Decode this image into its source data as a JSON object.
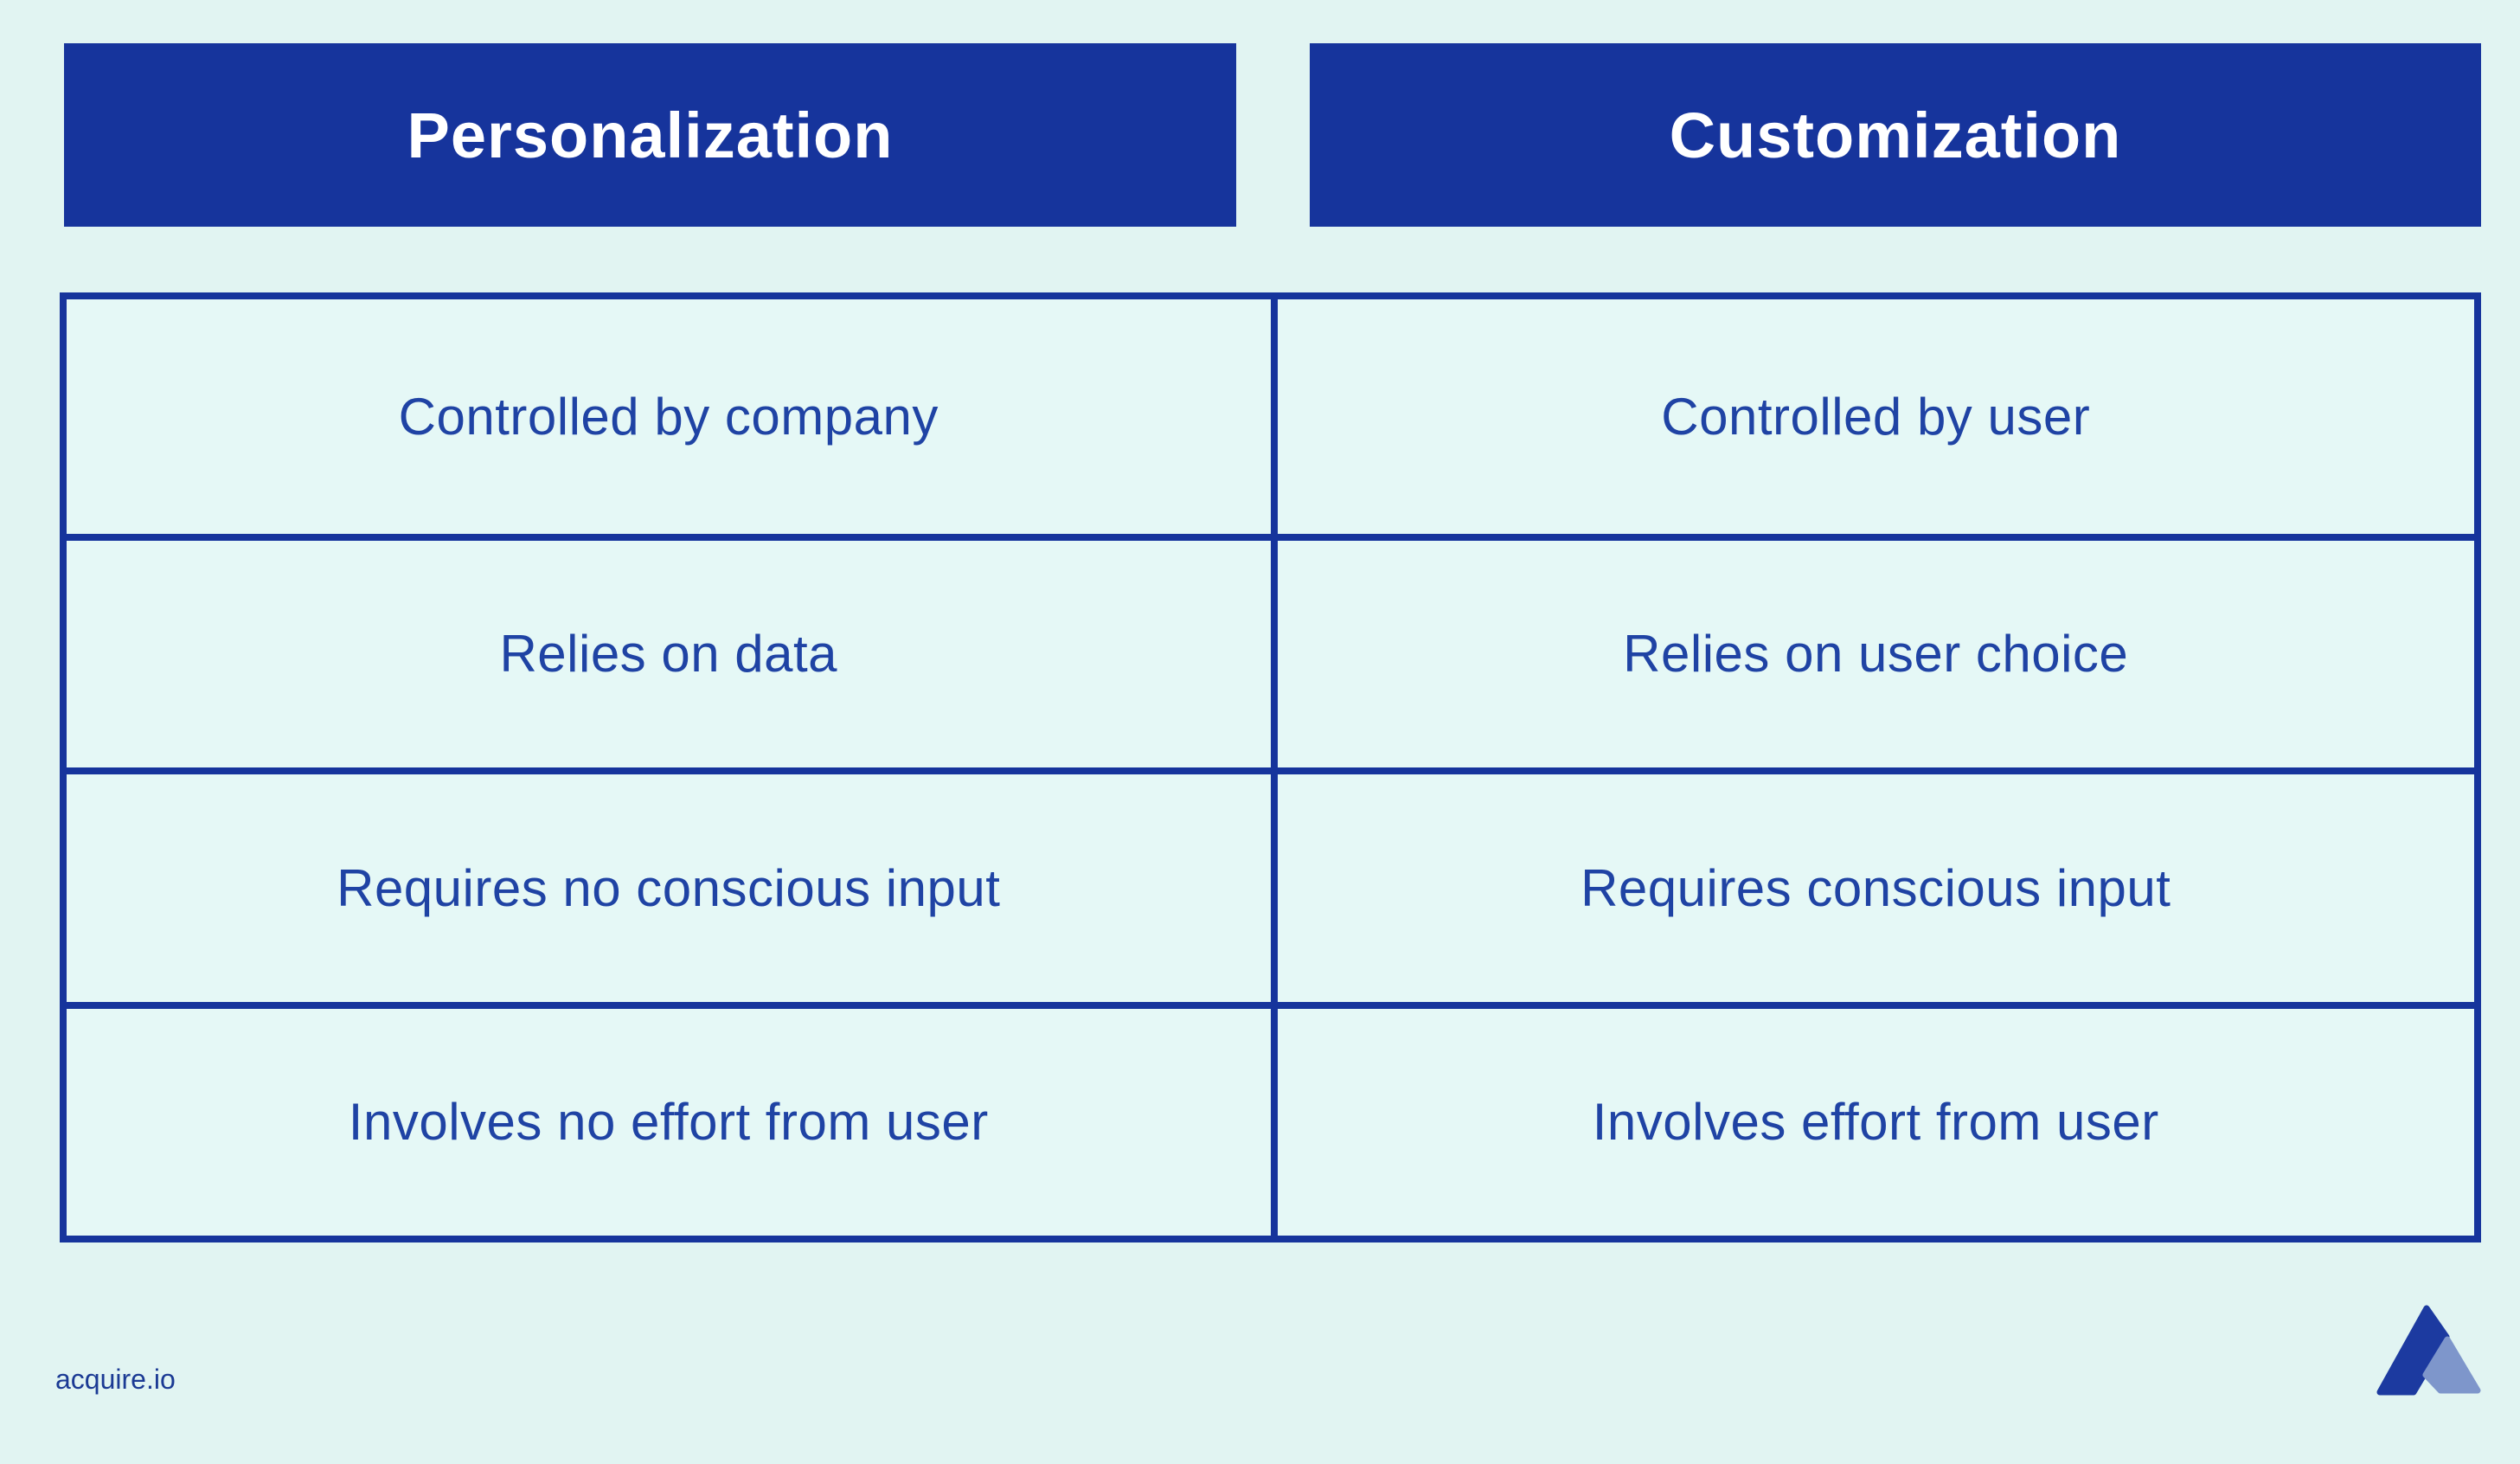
{
  "page": {
    "background": "#e1f4f2"
  },
  "headers": [
    {
      "label": "Personalization"
    },
    {
      "label": "Customization"
    }
  ],
  "table": {
    "rows": [
      {
        "left": "Controlled by company",
        "right": "Controlled by user"
      },
      {
        "left": "Relies on data",
        "right": "Relies on user choice"
      },
      {
        "left": "Requires no conscious input",
        "right": "Requires conscious input"
      },
      {
        "left": "Involves no effort from user",
        "right": "Involves effort from user"
      }
    ]
  },
  "footer": {
    "brand": "acquire.io",
    "logo": "acquire-triangle-logo"
  },
  "colors": {
    "primary_blue": "#16349c",
    "cell_text_blue": "#1f43a4",
    "header_text": "#ffffff",
    "background": "#e1f4f2",
    "cell_background": "#e5f8f6",
    "logo_dark_blue": "#1c3aa0",
    "logo_light_blue": "#7e96cb",
    "brand_text_blue": "#1b3a94"
  }
}
